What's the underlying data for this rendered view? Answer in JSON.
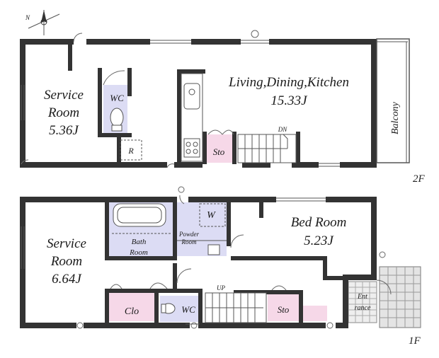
{
  "compass": {
    "label": "N",
    "icon": "compass-rose-icon"
  },
  "floor2": {
    "floor_label": "2F",
    "service_room": {
      "name_line1": "Service",
      "name_line2": "Room",
      "size": "5.36J"
    },
    "wc": "WC",
    "r": "R",
    "ldk": {
      "name": "Living,Dining,Kitchen",
      "size": "15.33J"
    },
    "storage": "Sto",
    "stairs_dn": "DN",
    "balcony": "Balcony"
  },
  "floor1": {
    "floor_label": "1F",
    "service_room": {
      "name_line1": "Service",
      "name_line2": "Room",
      "size": "6.64J"
    },
    "bath": {
      "line1": "Bath",
      "line2": "Room"
    },
    "powder": {
      "line1": "Powder",
      "line2": "Room"
    },
    "w": "W",
    "bed_room": {
      "name": "Bed Room",
      "size": "5.23J"
    },
    "closet": "Clo",
    "wc": "WC",
    "stairs_up": "UP",
    "storage": "Sto",
    "entrance": {
      "line1": "Ent",
      "line2": "rance"
    }
  },
  "colors": {
    "wall": "#333333",
    "wet_area": "#dcdcf4",
    "storage": "#f6d8e8",
    "entrance_tile": "#e4e4e4"
  }
}
